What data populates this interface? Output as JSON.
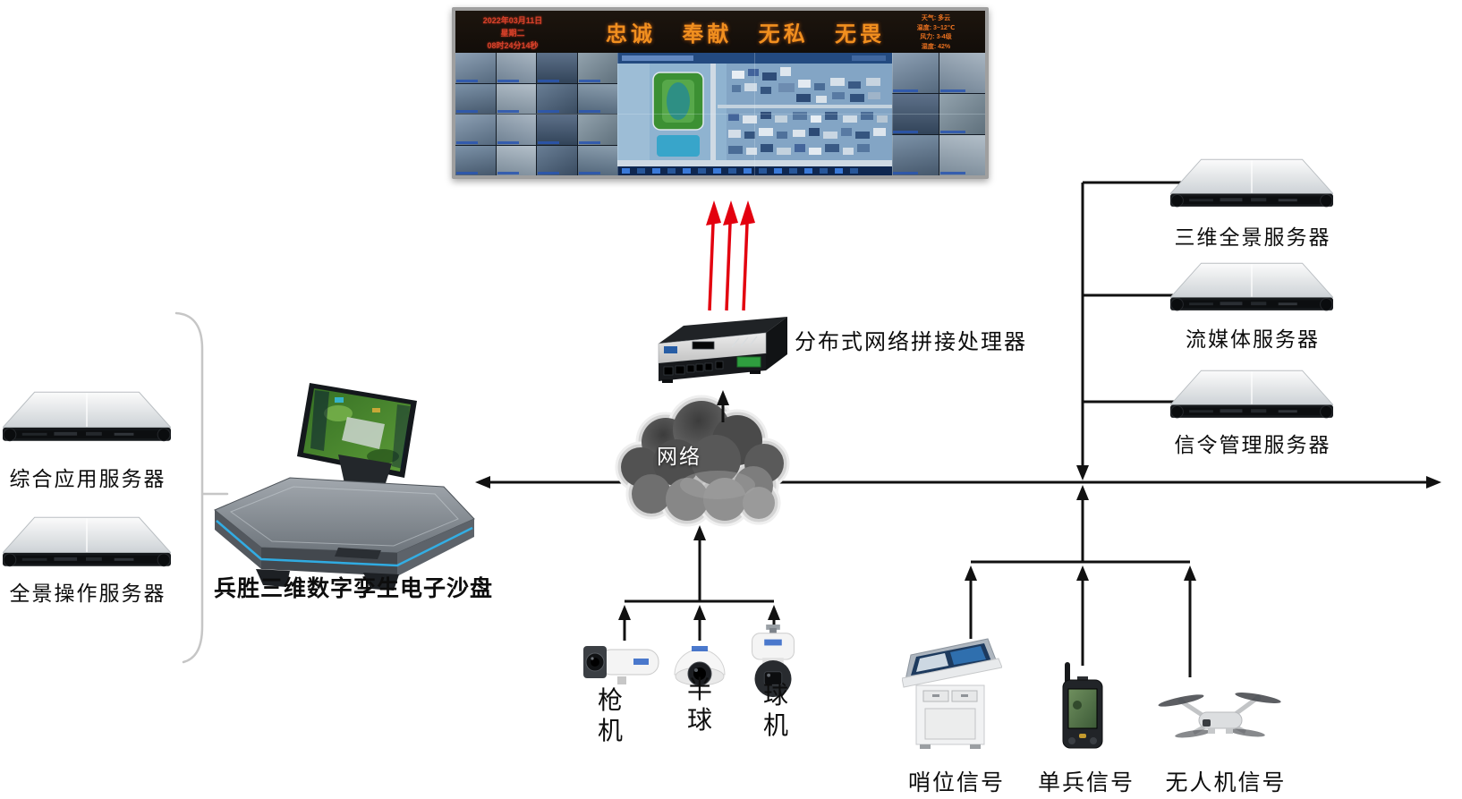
{
  "colors": {
    "connector_line": "#111111",
    "red_arrow": "#e3000f",
    "slogan_orange": "#f18f1f",
    "banner_date_red": "#d6412b",
    "cloud_text": "#ffffff",
    "bracket_gray": "#c6c6c6",
    "sandtable_glow_blue": "#2fb6f2",
    "label_black": "#0d0d0d"
  },
  "video_wall": {
    "banner": {
      "date_lines": [
        "2022年03月11日",
        "星期二",
        "08时24分14秒"
      ],
      "slogan_words": [
        "忠诚",
        "奉献",
        "无私",
        "无畏"
      ],
      "info_lines": [
        "天气: 多云",
        "温度: 3~12℃",
        "风力: 3-4级",
        "湿度: 42%"
      ]
    }
  },
  "network_cloud": {
    "label": "网络"
  },
  "processor": {
    "label": "分布式网络拼接处理器"
  },
  "sand_table": {
    "label": "兵胜三维数字孪生电子沙盘"
  },
  "left_servers": [
    {
      "label": "综合应用服务器"
    },
    {
      "label": "全景操作服务器"
    }
  ],
  "right_servers": [
    {
      "label": "三维全景服务器"
    },
    {
      "label": "流媒体服务器"
    },
    {
      "label": "信令管理服务器"
    }
  ],
  "cameras": [
    {
      "label": "枪机"
    },
    {
      "label": "半球"
    },
    {
      "label": "球机"
    }
  ],
  "signal_sources": [
    {
      "label": "哨位信号"
    },
    {
      "label": "单兵信号"
    },
    {
      "label": "无人机信号"
    }
  ]
}
